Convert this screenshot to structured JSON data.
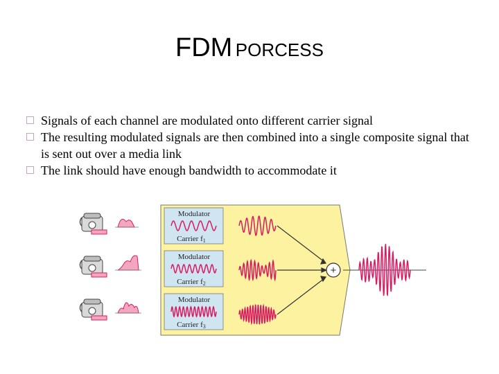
{
  "title": {
    "main": "FDM",
    "rest": "PORCESS"
  },
  "bullets": [
    "Signals of each channel are modulated onto different carrier signal",
    "The resulting modulated signals are then combined into a single composite signal that is sent out over a media link",
    "The link should have enough bandwidth to accommodate it"
  ],
  "diagram": {
    "modulator_label": "Modulator",
    "carrier_label": "Carrier",
    "carrier_subscripts": [
      "1",
      "2",
      "3"
    ],
    "adder_symbol": "+",
    "colors": {
      "wave": "#d81b60",
      "fill": "#f3a6c0",
      "box": "#fdf2a0",
      "panel": "#cfe5f2"
    }
  }
}
